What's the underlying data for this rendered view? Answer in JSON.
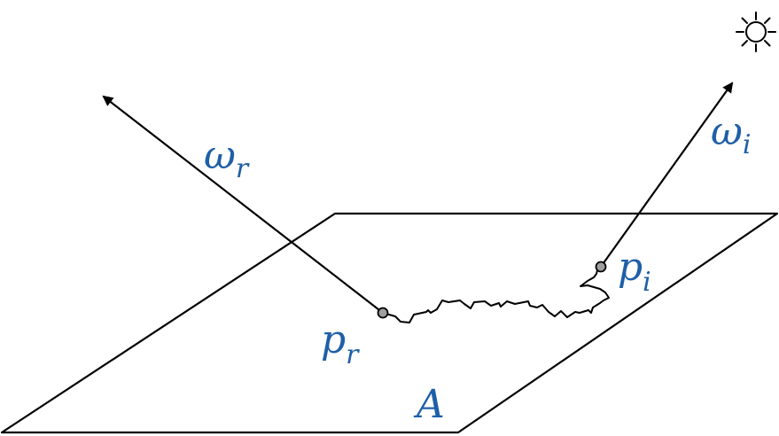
{
  "diagram": {
    "accent_color": "#1f5fa8",
    "line_color": "#000000",
    "point_fill": "#9e9e9e",
    "labels": {
      "omega_r": {
        "base": "ω",
        "sub": "r"
      },
      "omega_i": {
        "base": "ω",
        "sub": "i"
      },
      "p_r": {
        "base": "p",
        "sub": "r"
      },
      "p_i": {
        "base": "p",
        "sub": "i"
      },
      "area": "A"
    },
    "icons": {
      "light_source": "sun-icon"
    }
  }
}
